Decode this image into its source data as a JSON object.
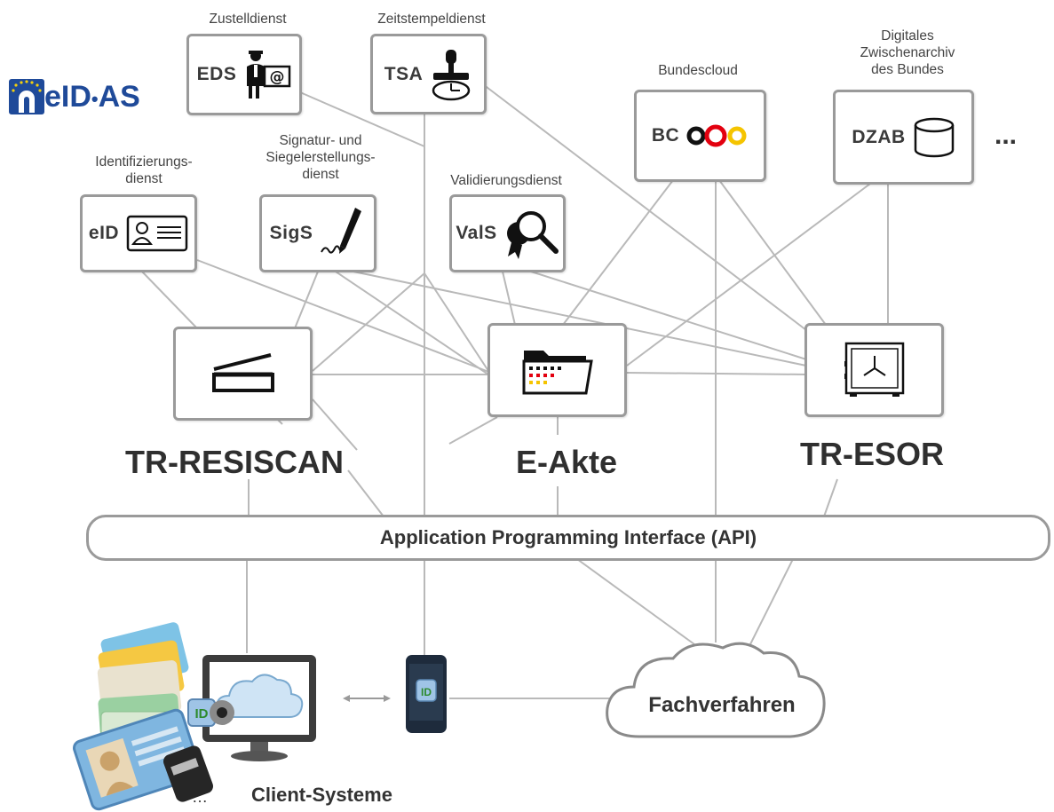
{
  "logo": {
    "part_e": "e",
    "part_id": "ID",
    "part_as": "AS"
  },
  "services": {
    "eds": {
      "abbr": "EDS",
      "caption": "Zustelldienst",
      "icon": "postman-at-icon"
    },
    "tsa": {
      "abbr": "TSA",
      "caption": "Zeitstempeldienst",
      "icon": "stamp-icon"
    },
    "bc": {
      "abbr": "BC",
      "caption": "Bundescloud",
      "icon": "rings-icon"
    },
    "dzab": {
      "abbr": "DZAB",
      "caption": [
        "Digitales",
        "Zwischenarchiv",
        "des Bundes"
      ],
      "icon": "database-icon"
    },
    "eid": {
      "abbr": "eID",
      "caption": [
        "Identifizierungs-",
        "dienst"
      ],
      "icon": "id-card-icon"
    },
    "sigs": {
      "abbr": "SigS",
      "caption": [
        "Signatur- und",
        "Siegelerstellungs-",
        "dienst"
      ],
      "icon": "pen-icon"
    },
    "vals": {
      "abbr": "ValS",
      "caption": "Validierungsdienst",
      "icon": "magnifier-seal-icon"
    }
  },
  "more": "...",
  "components": {
    "resiscan": {
      "label": "TR-RESISCAN",
      "icon": "scanner-icon"
    },
    "eakte": {
      "label": "E-Akte",
      "icon": "folder-icon"
    },
    "esor": {
      "label": "TR-ESOR",
      "icon": "safe-icon"
    }
  },
  "api": {
    "label": "Application Programming Interface (API)"
  },
  "cloud": {
    "label": "Fachverfahren"
  },
  "clients": {
    "label": "Client-Systeme",
    "cards_more": "..."
  },
  "colors": {
    "border": "#9a9a9a",
    "line": "#b4b4b4",
    "logo_blue": "#1f4a99",
    "text": "#333333"
  }
}
